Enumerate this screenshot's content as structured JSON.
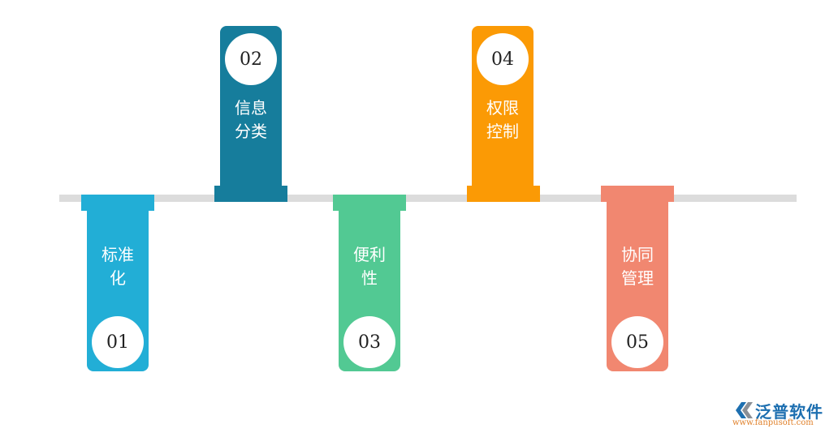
{
  "steps": [
    {
      "number": "01",
      "line1": "标准",
      "line2": "化",
      "color": "#22aed6"
    },
    {
      "number": "02",
      "line1": "信息",
      "line2": "分类",
      "color": "#167d9c"
    },
    {
      "number": "03",
      "line1": "便利",
      "line2": "性",
      "color": "#52c993"
    },
    {
      "number": "04",
      "line1": "权限",
      "line2": "控制",
      "color": "#fb9a05"
    },
    {
      "number": "05",
      "line1": "协同",
      "line2": "管理",
      "color": "#f18770"
    }
  ],
  "logo": {
    "name": "泛普软件",
    "url": "www.fanpusoft.com"
  }
}
